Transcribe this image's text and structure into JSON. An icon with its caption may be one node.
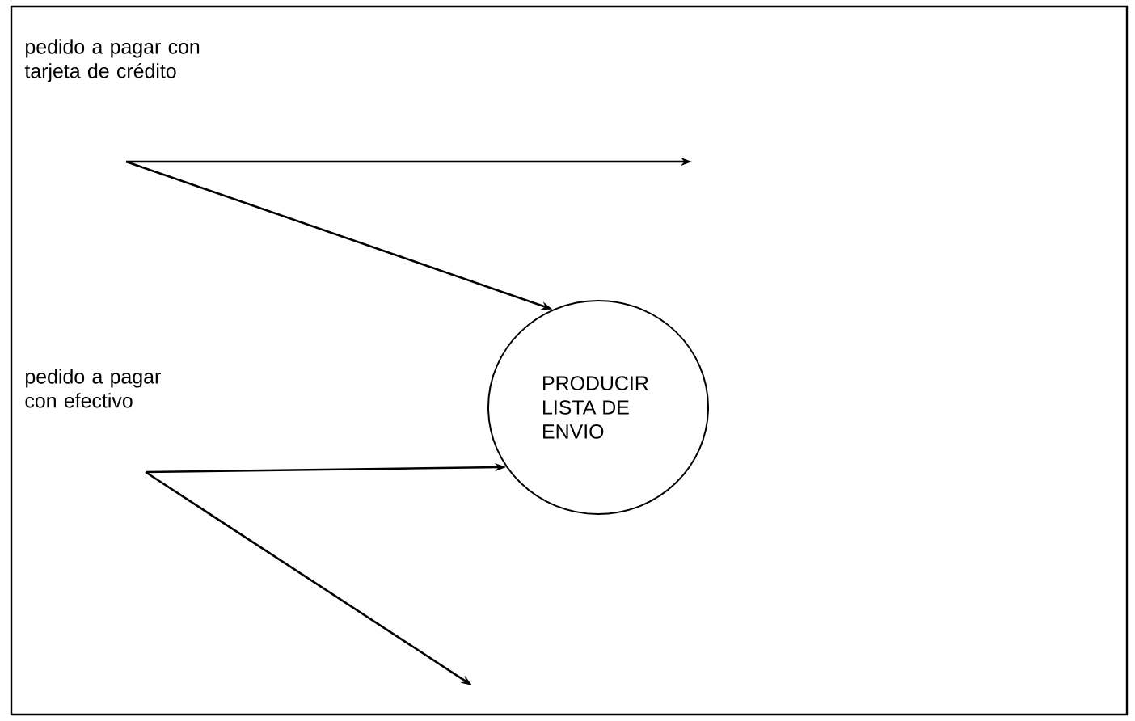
{
  "diagram": {
    "nodes": [
      {
        "text": [
          "pedido a pagar con tarjeta de crédito"
        ]
      },
      {
        "text": [
          "pedido a pagar con efectivo"
        ]
      },
      {
        "text": [
          "PRODUCIR LISTA DE ENVIO"
        ]
      }
    ],
    "edges": [
      {
        "from": 0,
        "to": null,
        "arrow": "to"
      },
      {
        "from": 0,
        "to": 2,
        "arrow": "to"
      },
      {
        "from": 1,
        "to": 2,
        "arrow": "to"
      },
      {
        "from": 1,
        "to": null,
        "arrow": "to"
      }
    ]
  }
}
